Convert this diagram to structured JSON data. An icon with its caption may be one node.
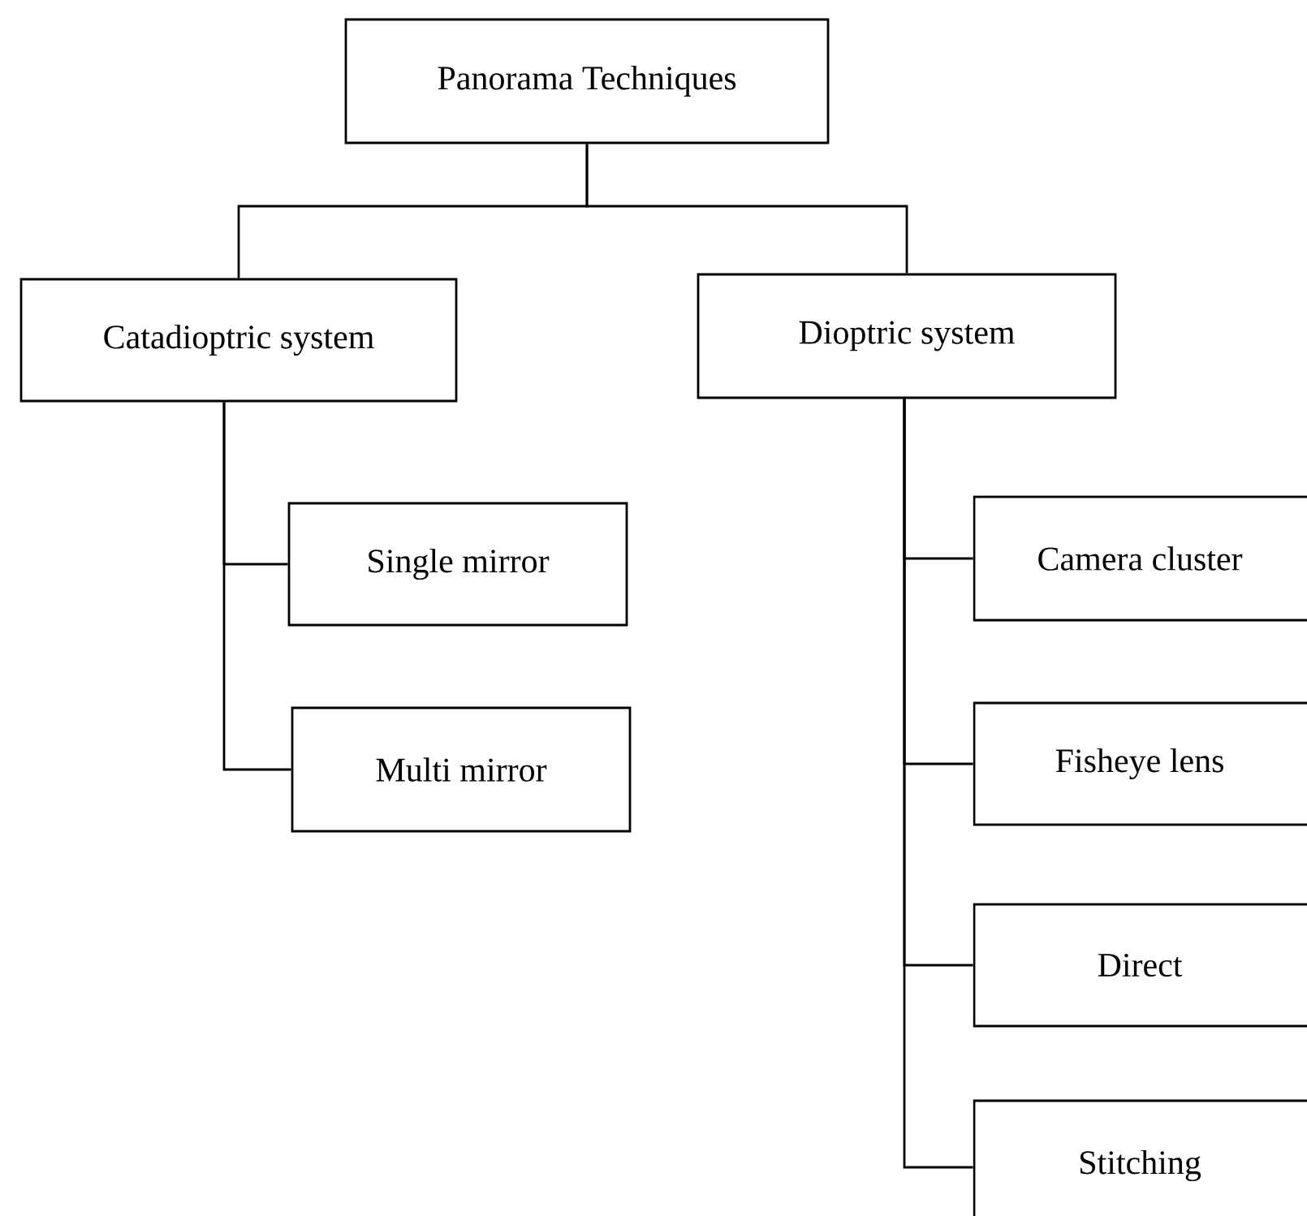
{
  "diagram": {
    "nodes": [
      {
        "text": [
          "Panorama Techniques"
        ]
      },
      {
        "text": [
          "Catadioptric system"
        ]
      },
      {
        "text": [
          "Dioptric system"
        ]
      },
      {
        "text": [
          "Single mirror"
        ]
      },
      {
        "text": [
          "Multi mirror"
        ]
      },
      {
        "text": [
          "Camera cluster"
        ]
      },
      {
        "text": [
          "Fisheye lens"
        ]
      },
      {
        "text": [
          "Direct"
        ]
      },
      {
        "text": [
          "Stitching"
        ]
      }
    ],
    "edges": [
      {
        "from": 0,
        "to": 1,
        "arrow": "none"
      },
      {
        "from": 0,
        "to": 2,
        "arrow": "none"
      },
      {
        "from": 1,
        "to": 3,
        "arrow": "none"
      },
      {
        "from": 1,
        "to": 4,
        "arrow": "none"
      },
      {
        "from": 2,
        "to": 5,
        "arrow": "none"
      },
      {
        "from": 2,
        "to": 6,
        "arrow": "none"
      },
      {
        "from": 2,
        "to": 7,
        "arrow": "none"
      },
      {
        "from": 2,
        "to": 8,
        "arrow": "none"
      }
    ]
  }
}
